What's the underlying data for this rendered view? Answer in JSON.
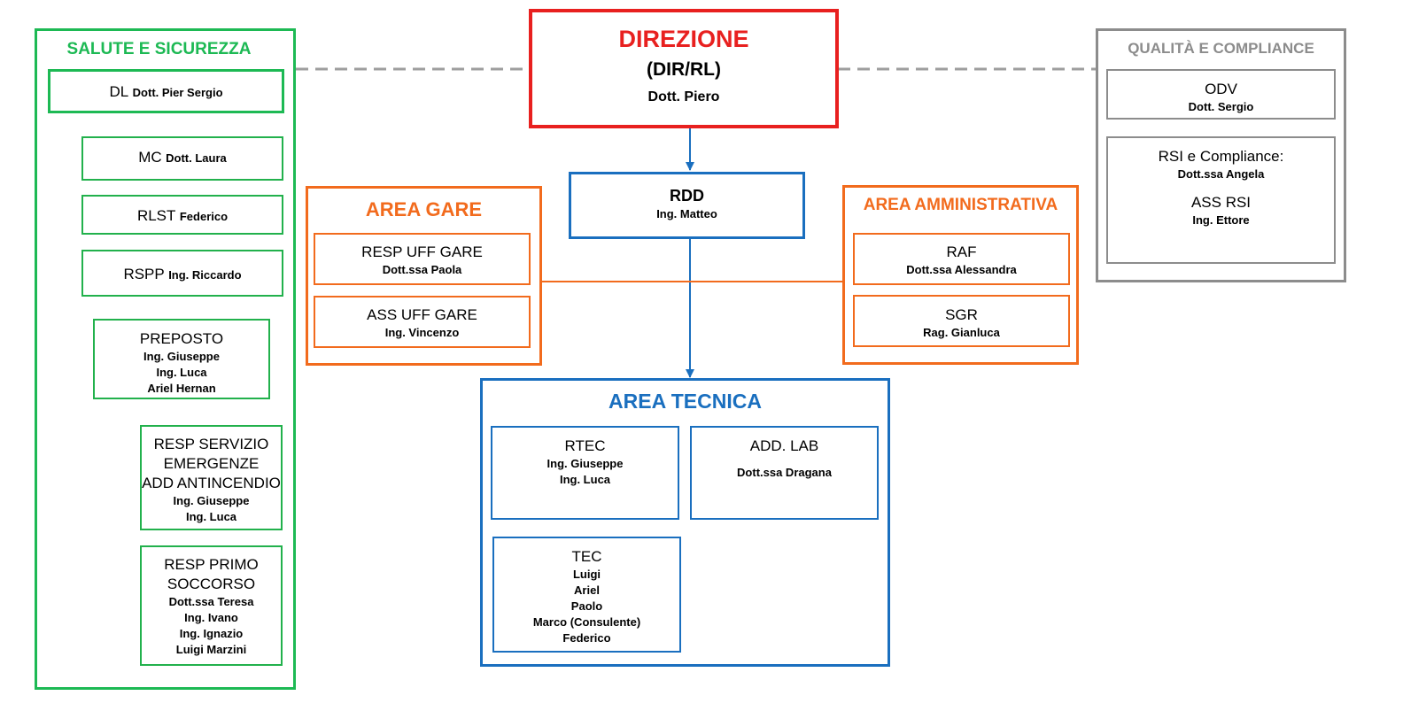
{
  "direzione": {
    "title": "DIREZIONE",
    "code": "(DIR/RL)",
    "name": "Dott. Piero"
  },
  "salute": {
    "title": "SALUTE E SICUREZZA",
    "dl": {
      "role": "DL",
      "name": "Dott. Pier Sergio"
    },
    "mc": {
      "role": "MC",
      "name": "Dott. Laura"
    },
    "rlst": {
      "role": "RLST",
      "name": "Federico"
    },
    "rspp": {
      "role": "RSPP",
      "name": "Ing. Riccardo"
    },
    "preposto": {
      "role": "PREPOSTO",
      "names": [
        "Ing. Giuseppe",
        "Ing. Luca",
        "Ariel Hernan"
      ]
    },
    "emergenze": {
      "role_lines": [
        "RESP SERVIZIO",
        "EMERGENZE",
        "ADD ANTINCENDIO"
      ],
      "names": [
        "Ing. Giuseppe",
        "Ing. Luca"
      ]
    },
    "soccorso": {
      "role_lines": [
        "RESP PRIMO",
        "SOCCORSO"
      ],
      "names": [
        "Dott.ssa Teresa",
        "Ing. Ivano",
        "Ing. Ignazio",
        "Luigi Marzini"
      ]
    }
  },
  "qualita": {
    "title": "QUALITÀ E COMPLIANCE",
    "odv": {
      "role": "ODV",
      "name": "Dott. Sergio"
    },
    "rsi": {
      "role": "RSI e Compliance:",
      "name": "Dott.ssa Angela",
      "role2": "ASS RSI",
      "name2": "Ing. Ettore"
    }
  },
  "rdd": {
    "role": "RDD",
    "name": "Ing. Matteo"
  },
  "gare": {
    "title": "AREA GARE",
    "resp": {
      "role": "RESP UFF GARE",
      "name": "Dott.ssa Paola"
    },
    "ass": {
      "role": "ASS UFF GARE",
      "name": "Ing. Vincenzo"
    }
  },
  "amministrativa": {
    "title": "AREA AMMINISTRATIVA",
    "raf": {
      "role": "RAF",
      "name": "Dott.ssa Alessandra"
    },
    "sgr": {
      "role": "SGR",
      "name": "Rag. Gianluca"
    }
  },
  "tecnica": {
    "title": "AREA TECNICA",
    "rtec": {
      "role": "RTEC",
      "names": [
        "Ing. Giuseppe",
        "Ing. Luca"
      ]
    },
    "addlab": {
      "role": "ADD. LAB",
      "name": "Dott.ssa Dragana"
    },
    "tec": {
      "role": "TEC",
      "names": [
        "Luigi",
        "Ariel",
        "Paolo",
        "Marco (Consulente)",
        "Federico"
      ]
    }
  },
  "colors": {
    "green": "#1db954",
    "orange": "#f26b1d",
    "blue": "#1a6fbf",
    "red": "#e8201f",
    "gray": "#8c8c8c"
  }
}
